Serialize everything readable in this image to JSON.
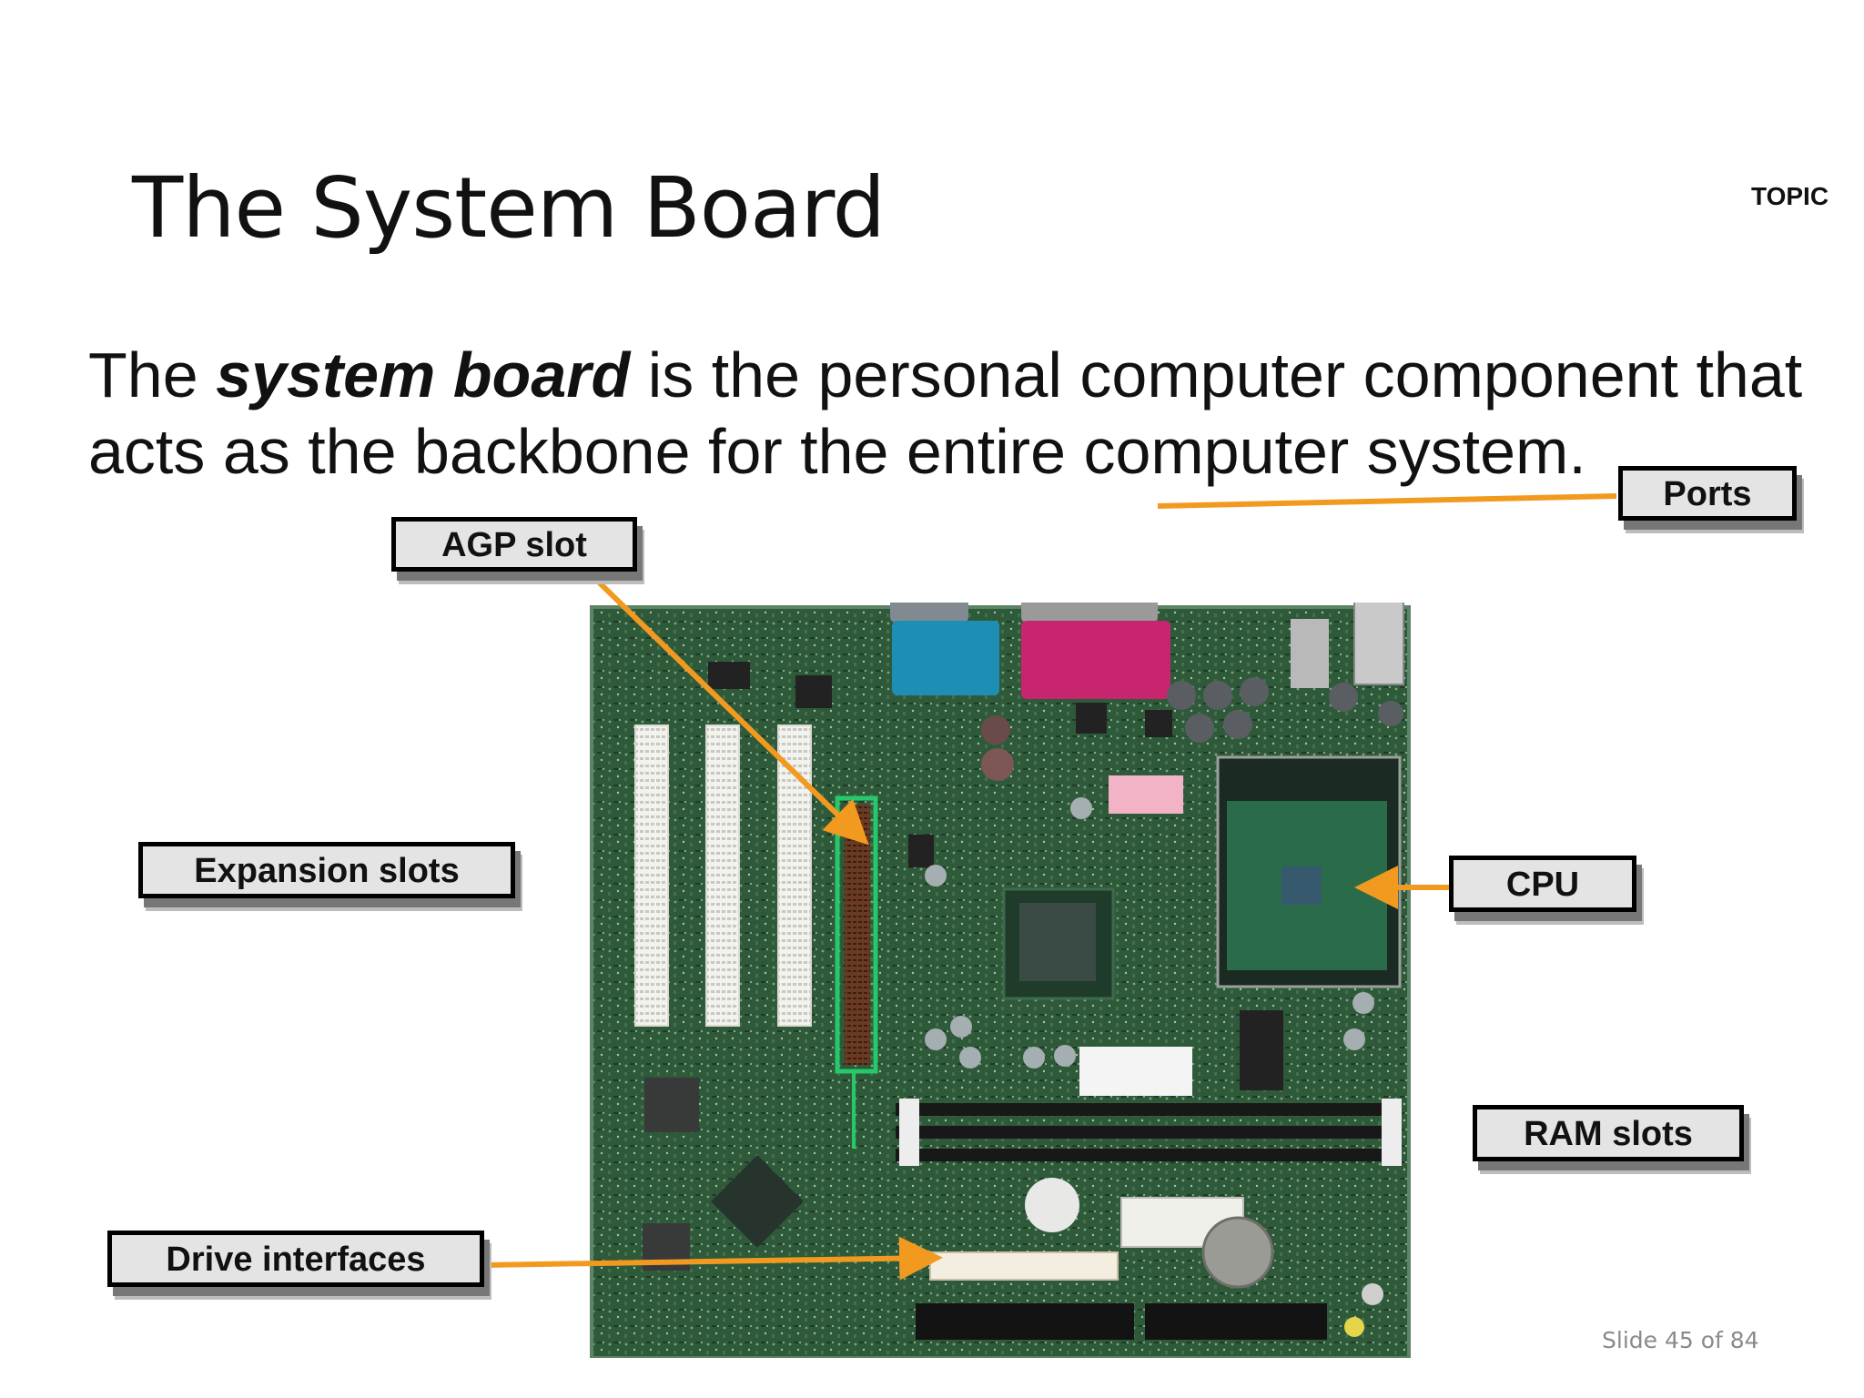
{
  "slide": {
    "title": "The System Board",
    "topic_label": "TOPIC",
    "body_pre": "The ",
    "body_emph": "system board",
    "body_post": " is the personal computer component that acts as the backbone for the entire computer system.",
    "footer": "Slide 45 of 84"
  },
  "callouts": {
    "agp": "AGP slot",
    "ports": "Ports",
    "expansion": "Expansion slots",
    "cpu": "CPU",
    "ram": "RAM slots",
    "drive": "Drive interfaces"
  },
  "colors": {
    "arrow": "#f29a1f",
    "board": "#2f5a3a",
    "callout_bg": "#e4e4e4"
  },
  "image": {
    "subject": "motherboard-photo"
  }
}
